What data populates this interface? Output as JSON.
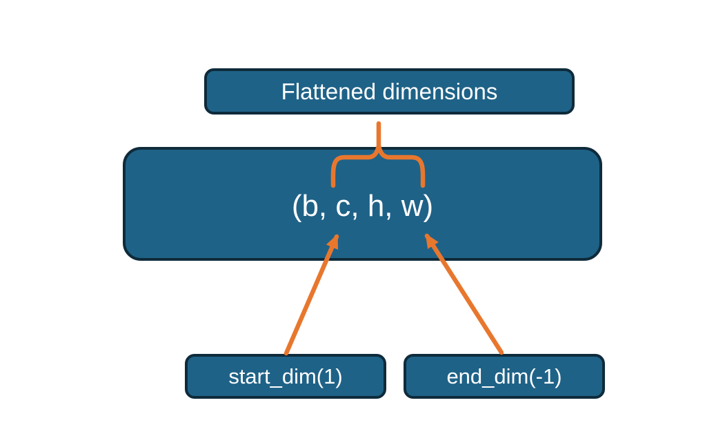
{
  "diagram": {
    "title": "flatten dimensions diagram",
    "nodes": {
      "flattened": {
        "label": "Flattened dimensions"
      },
      "tensor": {
        "label": "(b, c, h, w)"
      },
      "start_dim": {
        "label": "start_dim(1)"
      },
      "end_dim": {
        "label": "end_dim(-1)"
      }
    },
    "connectors": {
      "brace": "curly-brace from tensor dims up to flattened-dimensions box",
      "arrow_left": "start_dim box to dim c",
      "arrow_right": "end_dim box to dim w"
    }
  },
  "colors": {
    "node_fill": "#1F6287",
    "node_border": "#0E2B3B",
    "node_text": "#FFFFFF",
    "accent_orange": "#E8772E",
    "background": "#FFFFFF"
  }
}
